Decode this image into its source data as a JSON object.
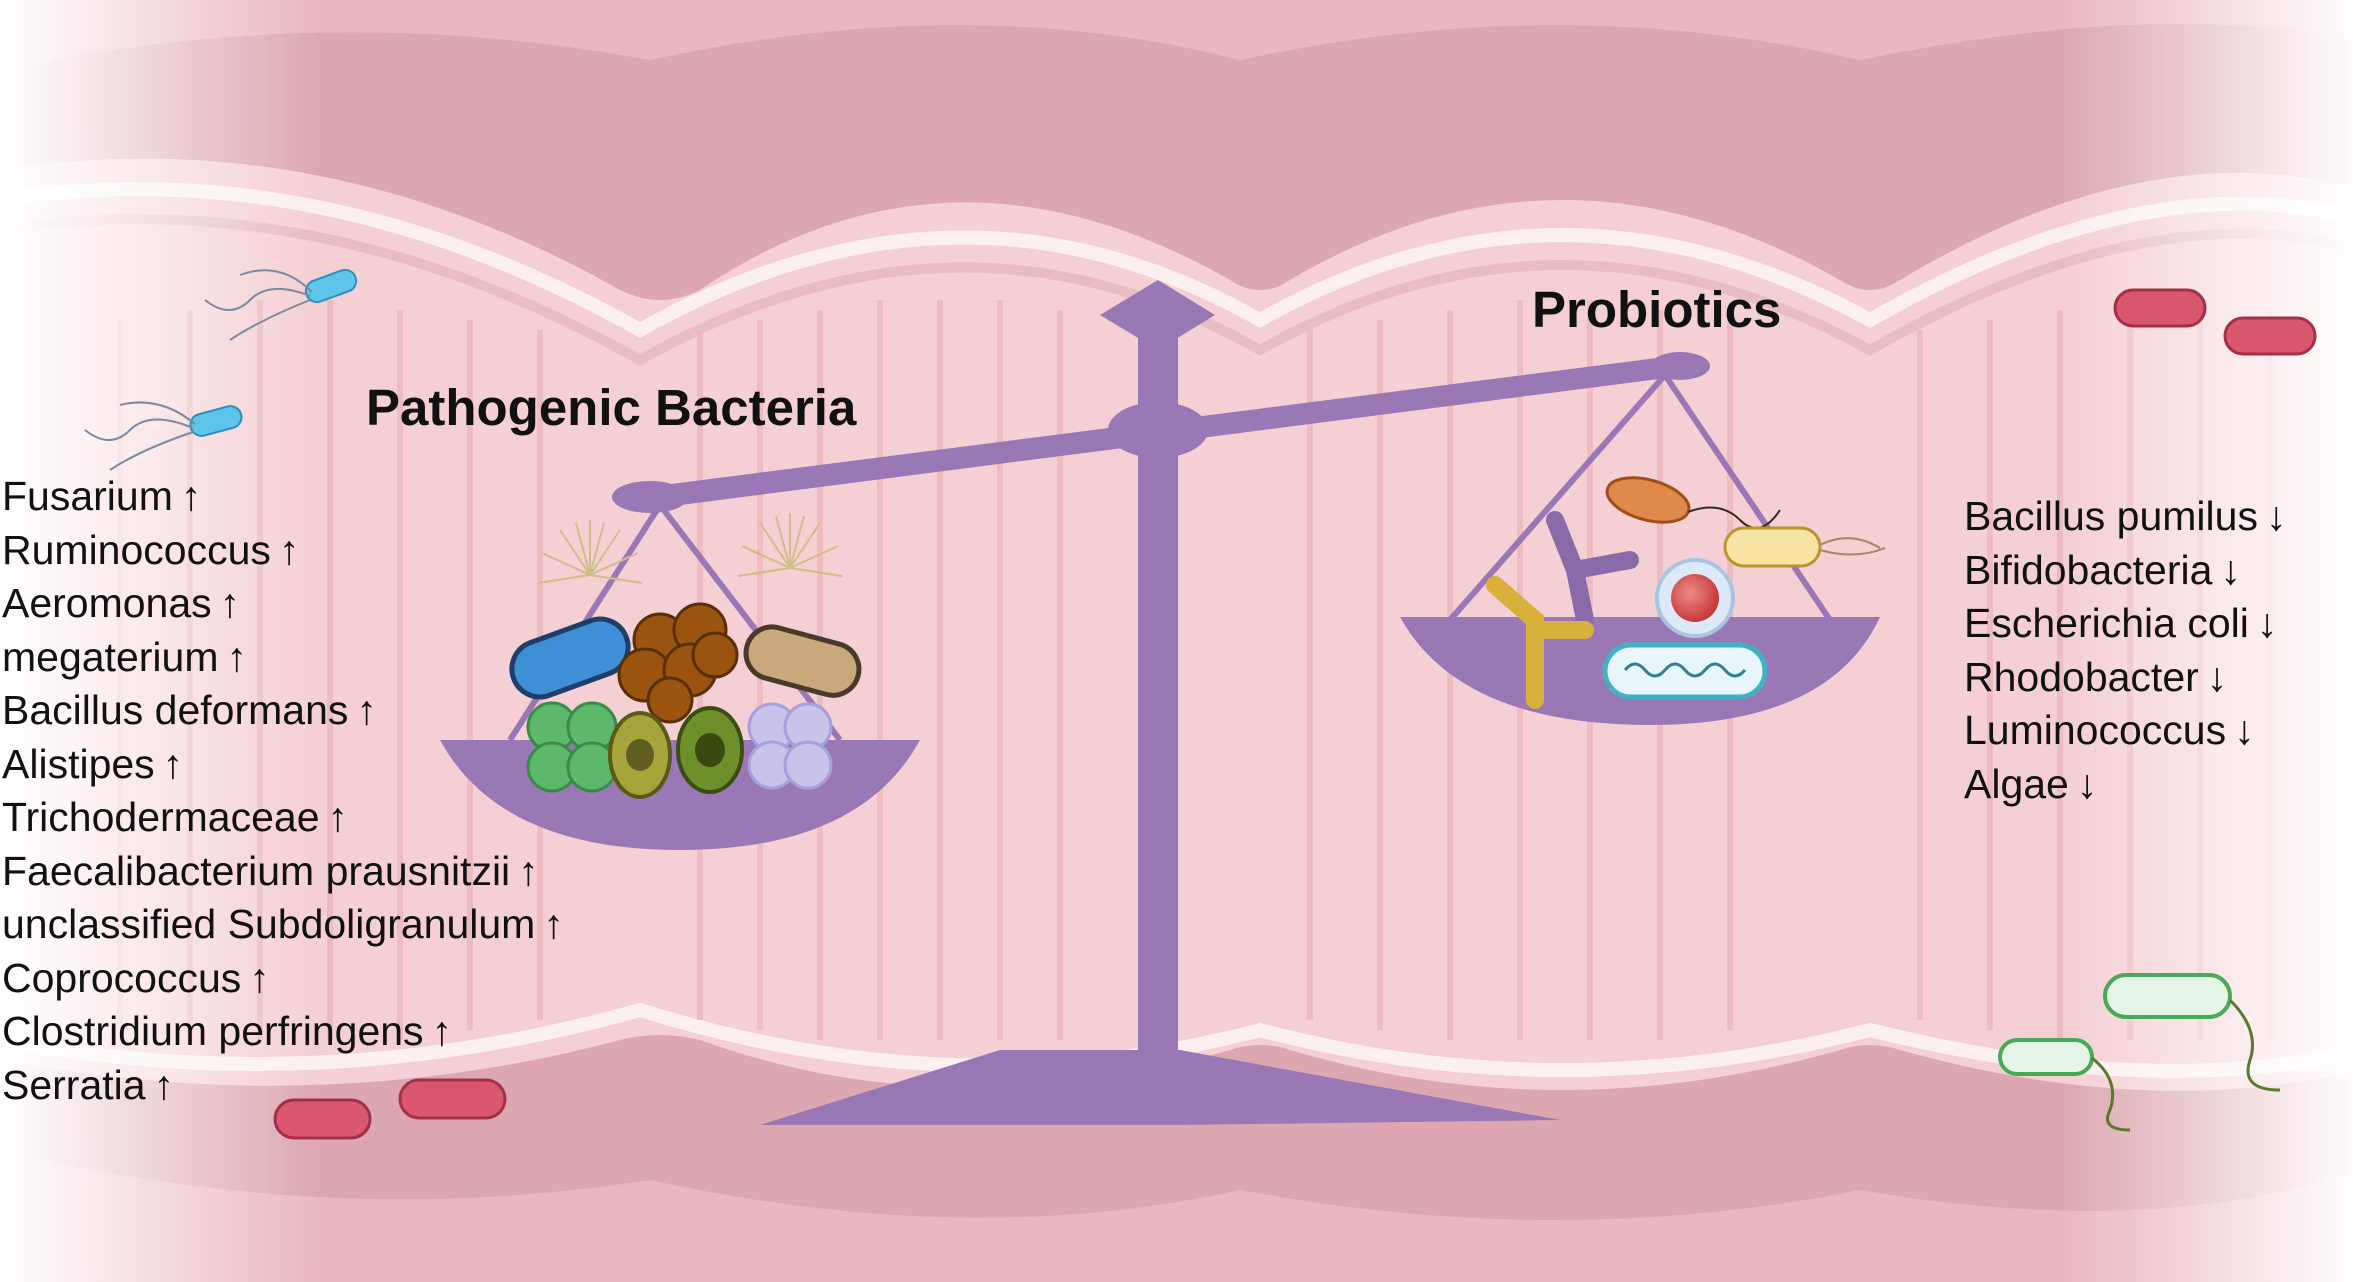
{
  "headings": {
    "pathogenic": "Pathogenic Bacteria",
    "probiotics": "Probiotics"
  },
  "pathogenic_list": [
    {
      "name": "Fusarium",
      "arrow": "↑"
    },
    {
      "name": "Ruminococcus",
      "arrow": "↑"
    },
    {
      "name": "Aeromonas",
      "arrow": "↑"
    },
    {
      "name": "megaterium",
      "arrow": "↑"
    },
    {
      "name": "Bacillus deformans",
      "arrow": "↑"
    },
    {
      "name": "Alistipes",
      "arrow": "↑"
    },
    {
      "name": "Trichodermaceae",
      "arrow": "↑"
    },
    {
      "name": "Faecalibacterium prausnitzii",
      "arrow": "↑"
    },
    {
      "name": "unclassified Subdoligranulum",
      "arrow": "↑"
    },
    {
      "name": "Coprococcus",
      "arrow": "↑"
    },
    {
      "name": "Clostridium perfringens",
      "arrow": "↑"
    },
    {
      "name": "Serratia",
      "arrow": "↑"
    }
  ],
  "probiotic_list": [
    {
      "name": "Bacillus pumilus",
      "arrow": "↓"
    },
    {
      "name": "Bifidobacteria",
      "arrow": "↓"
    },
    {
      "name": "Escherichia coli",
      "arrow": "↓"
    },
    {
      "name": "Rhodobacter",
      "arrow": "↓"
    },
    {
      "name": "Luminococcus",
      "arrow": "↓"
    },
    {
      "name": "Algae",
      "arrow": "↓"
    }
  ],
  "colors": {
    "scale": "#9a77b5",
    "gut_light": "#f7d9dc",
    "gut_fold": "#dca7b0",
    "gut_rim": "#c98f9a"
  }
}
